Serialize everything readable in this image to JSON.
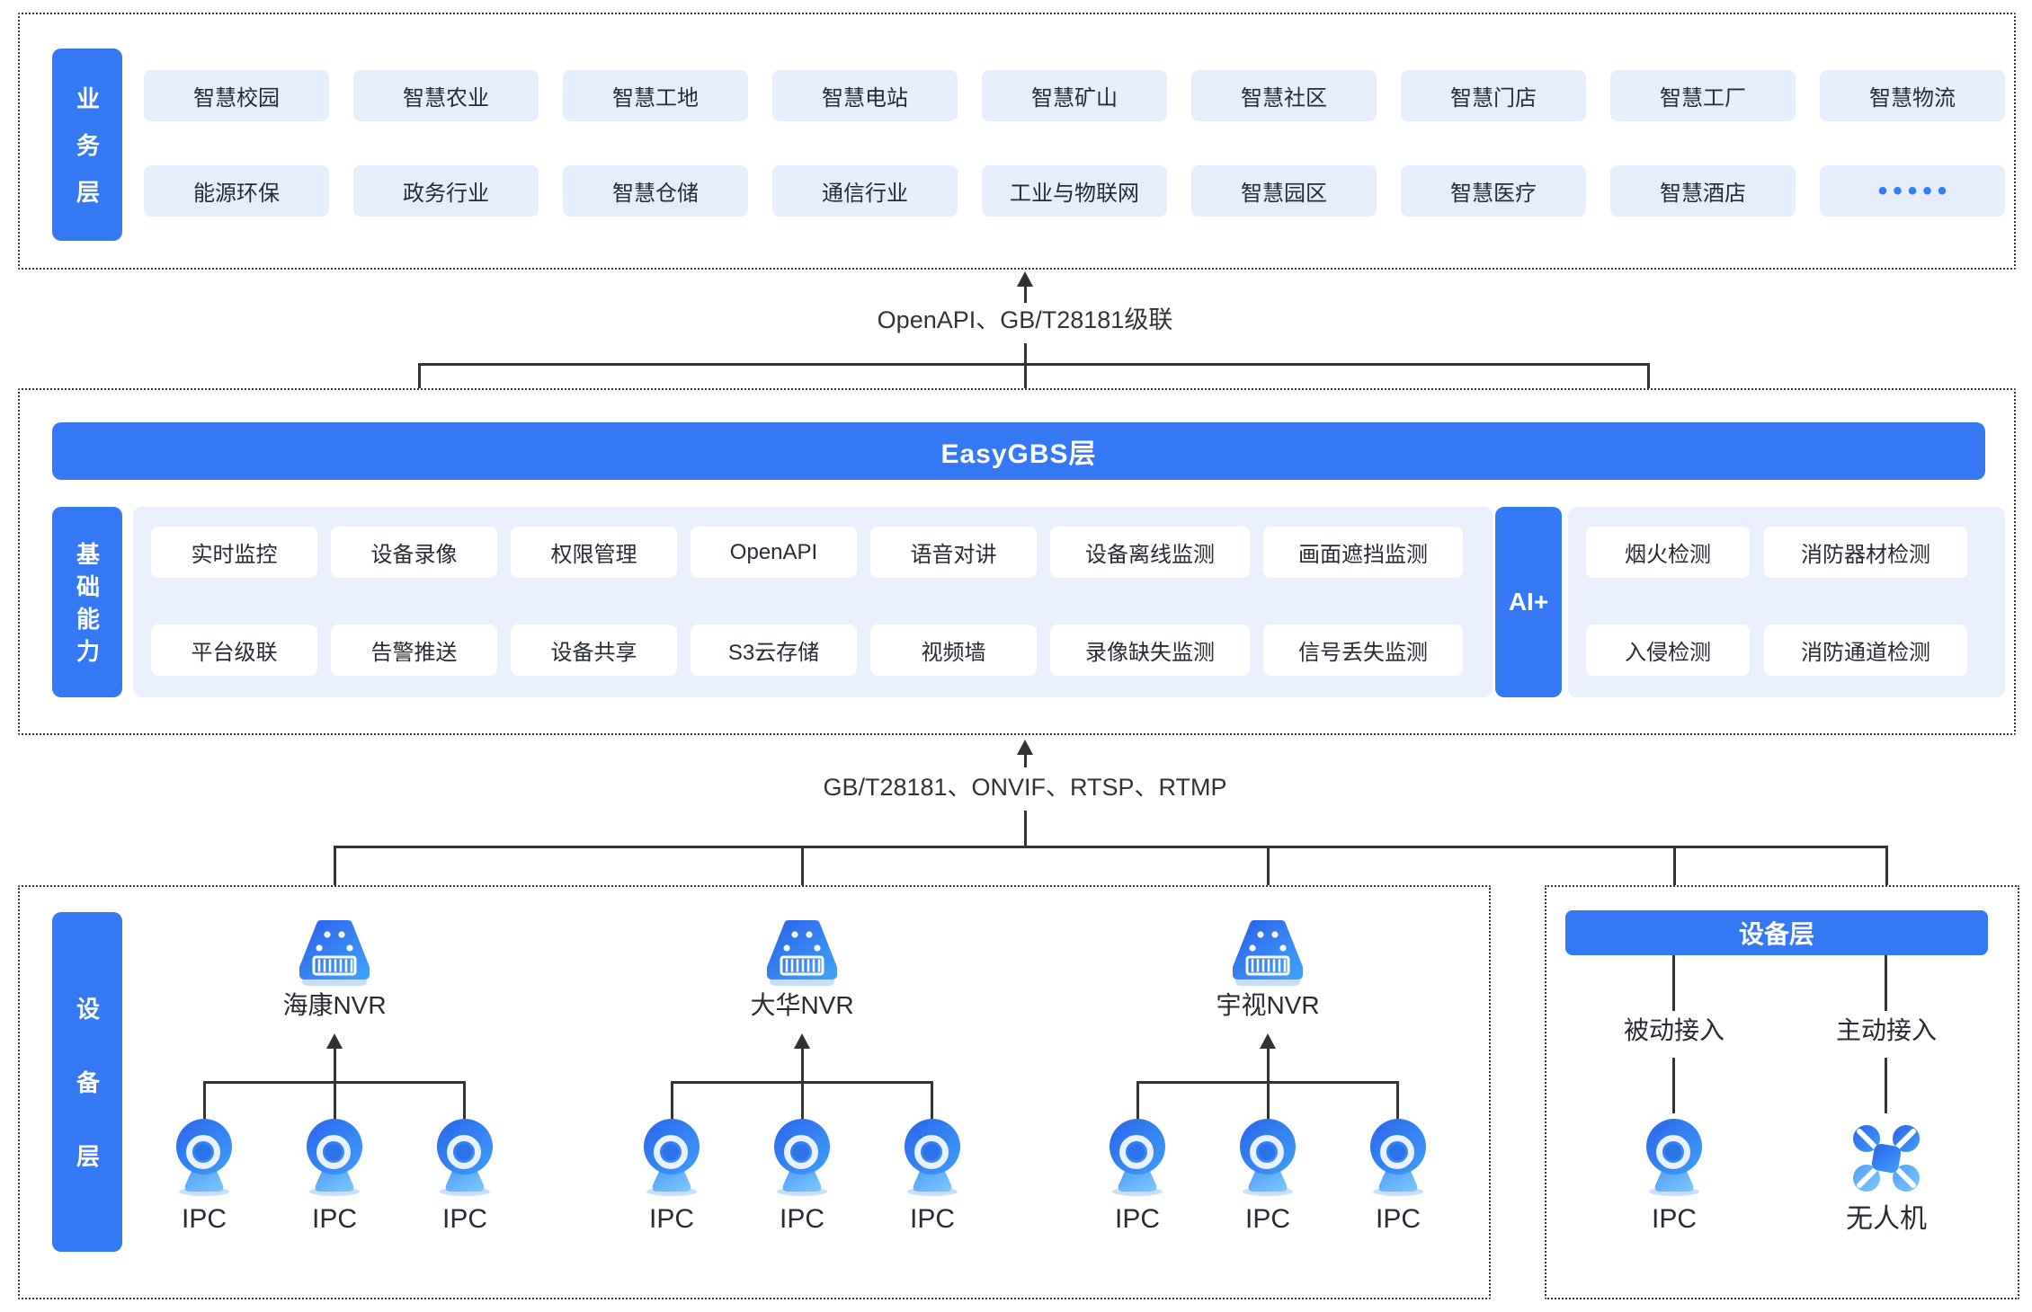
{
  "business_layer": {
    "label": "业务层",
    "chips_row1": [
      "智慧校园",
      "智慧农业",
      "智慧工地",
      "智慧电站",
      "智慧矿山",
      "智慧社区",
      "智慧门店",
      "智慧工厂",
      "智慧物流"
    ],
    "chips_row2": [
      "能源环保",
      "政务行业",
      "智慧仓储",
      "通信行业",
      "工业与物联网",
      "智慧园区",
      "智慧医疗",
      "智慧酒店",
      "•••••"
    ]
  },
  "connector_top": {
    "label": "OpenAPI、GB/T28181级联"
  },
  "platform_layer": {
    "title": "EasyGBS层",
    "label": "基础能力",
    "capabilities_row1": [
      "实时监控",
      "设备录像",
      "权限管理",
      "OpenAPI",
      "语音对讲",
      "设备离线监测",
      "画面遮挡监测"
    ],
    "capabilities_row2": [
      "平台级联",
      "告警推送",
      "设备共享",
      "S3云存储",
      "视频墙",
      "录像缺失监测",
      "信号丢失监测"
    ],
    "ai_label": "AI+",
    "ai_row1": [
      "烟火检测",
      "消防器材检测"
    ],
    "ai_row2": [
      "入侵检测",
      "消防通道检测"
    ]
  },
  "connector_bottom": {
    "label": "GB/T28181、ONVIF、RTSP、RTMP"
  },
  "device_layer": {
    "label": "设备层",
    "nvr_groups": [
      {
        "name": "海康NVR"
      },
      {
        "name": "大华NVR"
      },
      {
        "name": "宇视NVR"
      }
    ],
    "ipc_label": "IPC",
    "right_panel": {
      "title": "设备层",
      "passive_label": "被动接入",
      "active_label": "主动接入",
      "ipc_label": "IPC",
      "drone_label": "无人机"
    }
  },
  "colors": {
    "primary_blue": "#3478F3",
    "chip_bg": "#E6EDFC",
    "container_bg": "#E9EFFD",
    "line": "#333333",
    "dots_blue": "#2F80F5"
  }
}
